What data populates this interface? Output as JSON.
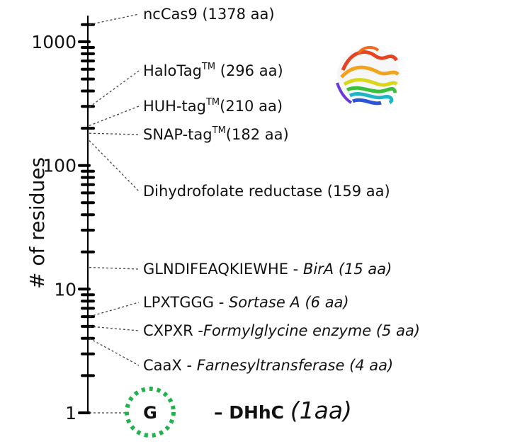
{
  "chart_data": {
    "type": "scatter",
    "y_scale": "log",
    "ylim": [
      1,
      1500
    ],
    "ylabel": "# of residues",
    "y_ticks": [
      {
        "value": 1,
        "label": "1"
      },
      {
        "value": 10,
        "label": "10"
      },
      {
        "value": 100,
        "label": "100"
      },
      {
        "value": 1000,
        "label": "1000"
      }
    ],
    "entries": [
      {
        "name": "ncCas9",
        "residues": 1378,
        "annotation": " (1378 aa)"
      },
      {
        "name": "HaloTag™",
        "residues": 296,
        "annotation": " (296 aa)"
      },
      {
        "name": "HUH-tag™",
        "residues": 210,
        "annotation": "(210 aa)"
      },
      {
        "name": "SNAP-tag™",
        "residues": 182,
        "annotation": "(182 aa)"
      },
      {
        "name": "Dihydrofolate reductase",
        "residues": 159,
        "annotation": " (159 aa)"
      },
      {
        "name": "GLNDIFEAQKIEWHE",
        "residues": 15,
        "annotation": "BirA (15 aa)"
      },
      {
        "name": "LPXTGGG",
        "residues": 6,
        "annotation": "Sortase A (6 aa)"
      },
      {
        "name": "CXPXR",
        "residues": 5,
        "annotation": "Formylglycine enzyme (5 aa)"
      },
      {
        "name": "CaaX",
        "residues": 4,
        "annotation": "Farnesyltransferase (4 aa)"
      },
      {
        "name": "G",
        "residues": 1,
        "annotation": "DHhC (1aa)"
      }
    ],
    "separator_plain": " - ",
    "separator_tight": " -",
    "glycine_dash": "– ",
    "colors": {
      "axis": "#000000",
      "leader": "#444444",
      "glycine_ring": "#22b24c"
    }
  },
  "decor": {
    "protein_structure_icon": "protein-ribbon-structure"
  }
}
